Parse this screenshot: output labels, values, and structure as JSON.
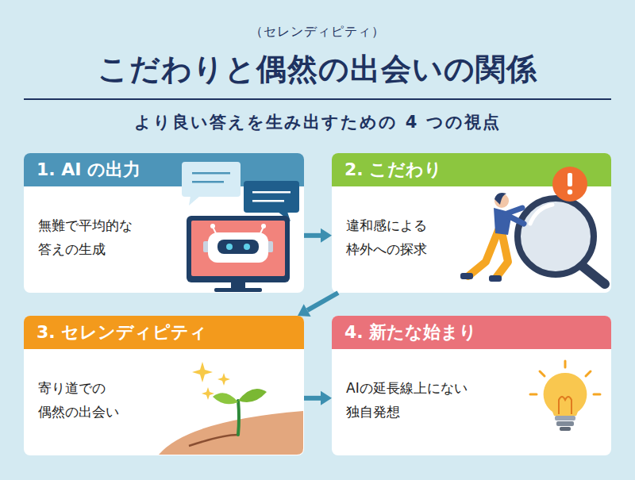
{
  "diagram": {
    "title": "こだわりと偶然の出会いの関係",
    "nodes": [
      {
        "text": [
          "1. AI の出力",
          "無難で平均的な 答えの生成"
        ]
      },
      {
        "text": [
          "2. こだわり",
          "違和感による 枠外への探求"
        ]
      },
      {
        "text": [
          "3. セレンディピティ",
          "寄り道での 偶然の出会い"
        ]
      },
      {
        "text": [
          "4. 新たな始まり",
          "AIの延長線上にない 独自発想"
        ]
      }
    ],
    "edges": [
      {
        "from": 0,
        "to": 1,
        "arrow": "to"
      },
      {
        "from": 1,
        "to": 2,
        "arrow": "to"
      },
      {
        "from": 2,
        "to": 3,
        "arrow": "to"
      }
    ],
    "labels": [
      "（セレンディピティ）",
      "より良い答えを生み出すための 4 つの視点"
    ]
  }
}
